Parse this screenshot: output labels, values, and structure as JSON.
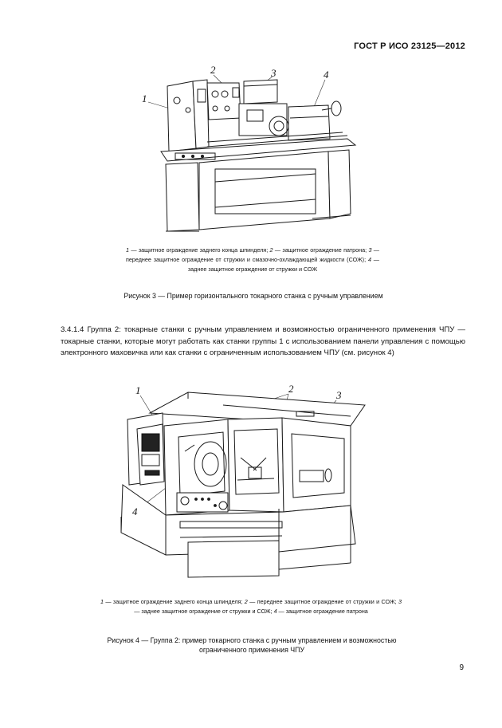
{
  "header": {
    "standard": "ГОСТ Р ИСО 23125—2012"
  },
  "figure3": {
    "callouts": [
      "1",
      "2",
      "3",
      "4"
    ],
    "legend": [
      {
        "num": "1",
        "text": " — защитное ограждение заднего конца шпинделя; "
      },
      {
        "num": "2",
        "text": " — защитное ограждение патрона; "
      },
      {
        "num": "3",
        "text": " — переднее защитное ограждение от стружки и смазочно-охлаждающей жидкости (СОЖ); "
      },
      {
        "num": "4",
        "text": " — заднее защитное ограждение от стружки и СОЖ"
      }
    ],
    "caption": "Рисунок 3 — Пример горизонтального токарного станка с ручным управлением"
  },
  "paragraph": "3.4.1.4 Группа 2: токарные станки с ручным управлением и возможностью ограниченного применения ЧПУ — токарные станки, которые могут работать как станки группы 1 с использованием панели управления с помощью электронного маховичка или как станки с ограниченным использованием ЧПУ (см. рисунок 4)",
  "figure4": {
    "callouts": [
      "1",
      "2",
      "3",
      "4"
    ],
    "legend": [
      {
        "num": "1",
        "text": " — защитное ограждение заднего конца шпинделя; "
      },
      {
        "num": "2",
        "text": " — переднее защитное ограждение от стружки и СОЖ; "
      },
      {
        "num": "3",
        "text": " — заднее защитное ограждение от стружки и СОЖ; "
      },
      {
        "num": "4",
        "text": " — защитное ограждение патрона"
      }
    ],
    "caption": "Рисунок 4 — Группа 2: пример токарного станка с ручным управлением и возможностью ограниченного применения ЧПУ"
  },
  "page_number": "9"
}
